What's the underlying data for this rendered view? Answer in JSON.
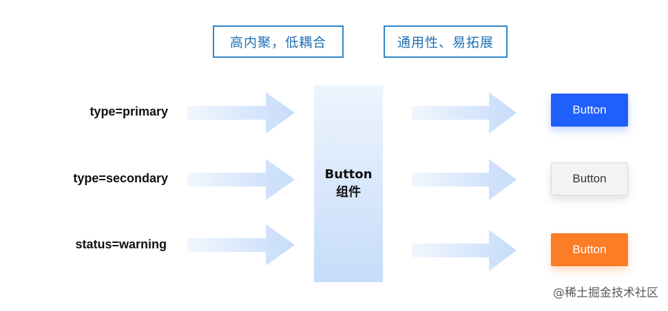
{
  "tags": {
    "cohesion": "高内聚，低耦合",
    "generality": "通用性、易拓展"
  },
  "props": [
    {
      "label": "type=primary"
    },
    {
      "label": "type=secondary"
    },
    {
      "label": "status=warning"
    }
  ],
  "component": {
    "line1": "Button",
    "line2": "组件"
  },
  "buttons": {
    "primary": "Button",
    "secondary": "Button",
    "warning": "Button"
  },
  "credit": "@稀土掘金技术社区",
  "colors": {
    "tag_border": "#2f86c6",
    "arrow": "#c6dcfa",
    "primary": "#1f5ffb",
    "secondary": "#f3f3f3",
    "warning": "#fb7d26"
  },
  "icons": [
    "arrow-right-icon"
  ]
}
